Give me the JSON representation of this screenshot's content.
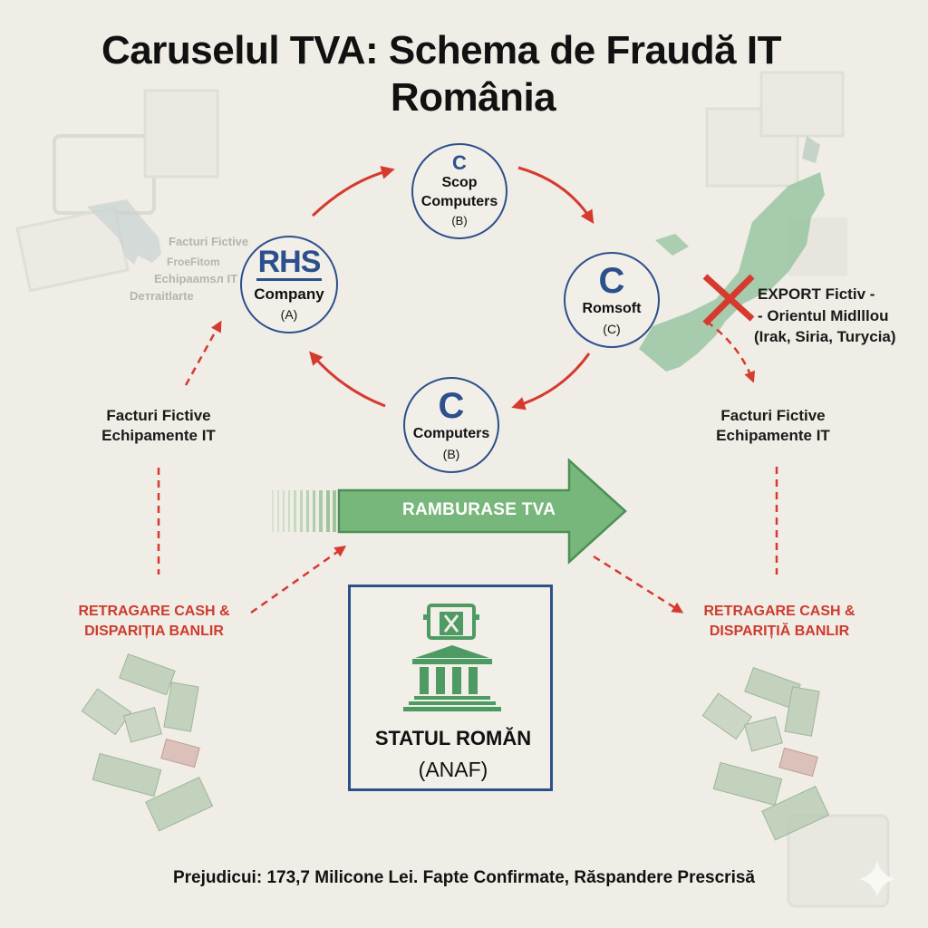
{
  "title": {
    "line1": "Caruselul TVA: Schema de Fraudă IT",
    "line2": "România"
  },
  "nodes": [
    {
      "id": "A",
      "logo": "RHS",
      "name": "Company",
      "letter": "(A)",
      "icon": "rhs-logo"
    },
    {
      "id": "B1",
      "logo": "C",
      "name_line1": "Scop",
      "name_line2": "Computers",
      "letter": "(B)",
      "icon": "c-logo"
    },
    {
      "id": "C",
      "logo": "C",
      "name": "Romsoft",
      "letter": "(C)",
      "icon": "c-logo"
    },
    {
      "id": "B2",
      "logo": "C",
      "name": "Computers",
      "letter": "(B)",
      "icon": "c-logo"
    }
  ],
  "ghost_labels": {
    "line1": "Facturi Fictive",
    "line2": "FrоeFitom",
    "line3": "Echipaamsл IT",
    "line4": "Deтraitlarte"
  },
  "export": {
    "line1": "EXPORT Fictiv -",
    "line2": "- Orientul Midlllou",
    "line3": "(Irak, Siria, Turycia)",
    "icon": "red-x-icon"
  },
  "left_invoices": {
    "line1": "Facturi Fictive",
    "line2": "Echipamente IT"
  },
  "right_invoices": {
    "line1": "Facturi Fictive",
    "line2": "Echipamente IT"
  },
  "refund_arrow": {
    "label": "RAMBURASE TVA",
    "color": "#6aab6e"
  },
  "left_cash": {
    "line1": "RETRAGARE CASH &",
    "line2": "DISPARIȚIA BANLIR"
  },
  "right_cash": {
    "line1": "RETRAGARE CASH &",
    "line2": "DISPARIȚIĂ BANLIR"
  },
  "state": {
    "line1": "STATUL ROMĂN",
    "line2": "(ANAF)",
    "icon": "bank-icon"
  },
  "footer": "Prejudicui: 173,7 Milicone Lei. Fapte Confirmate, Răspandere Prescrisă",
  "colors": {
    "background": "#efede5",
    "node_border": "#2d4f8c",
    "arrow_red": "#d63a2f",
    "green": "#5c9f64",
    "text_red": "#cf3a2e"
  }
}
